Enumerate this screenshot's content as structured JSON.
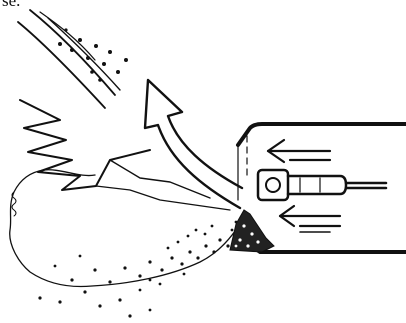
{
  "caption": {
    "text": "se."
  },
  "colors": {
    "ink": "#111111",
    "paper": "#ffffff"
  },
  "illustration": {
    "elements": [
      "machine-housing",
      "cylinder-unit",
      "air-flow-arrows",
      "upward-curved-arrow",
      "zigzag-lines",
      "particle-dots",
      "debris-pile",
      "wavy-outline"
    ]
  }
}
